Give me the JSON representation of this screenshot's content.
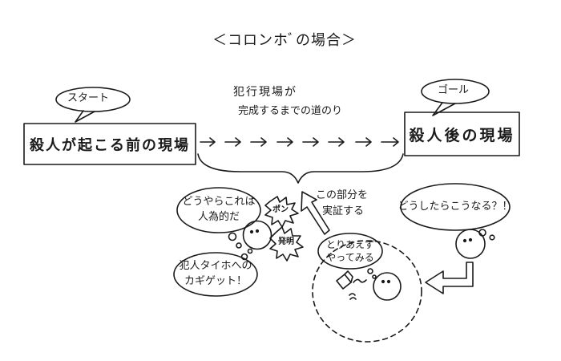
{
  "title": "＜コロンホﾞの場合＞",
  "start": {
    "tag": "スタート",
    "label": "殺人が起こる前の現場"
  },
  "goal": {
    "tag": "ゴール",
    "label": "殺人後の現場"
  },
  "path_caption": {
    "line1": "犯行現場が",
    "line2": "完成するまでの道のり"
  },
  "verify_note": {
    "line1": "この部分を",
    "line2": "実証する"
  },
  "thought_bubbles": {
    "left_top": {
      "line1": "どうやらこれは",
      "line2": "人為的だ"
    },
    "left_bottom": {
      "line1": "犯人タイホへの",
      "line2": "カギゲット！"
    },
    "right": {
      "line1": "どうしたらこうなる？！"
    },
    "middle": {
      "line1": "とりあえず",
      "line2": "やってみる"
    }
  },
  "bursts": {
    "pon": "ポン",
    "hatsumei": "発明"
  }
}
